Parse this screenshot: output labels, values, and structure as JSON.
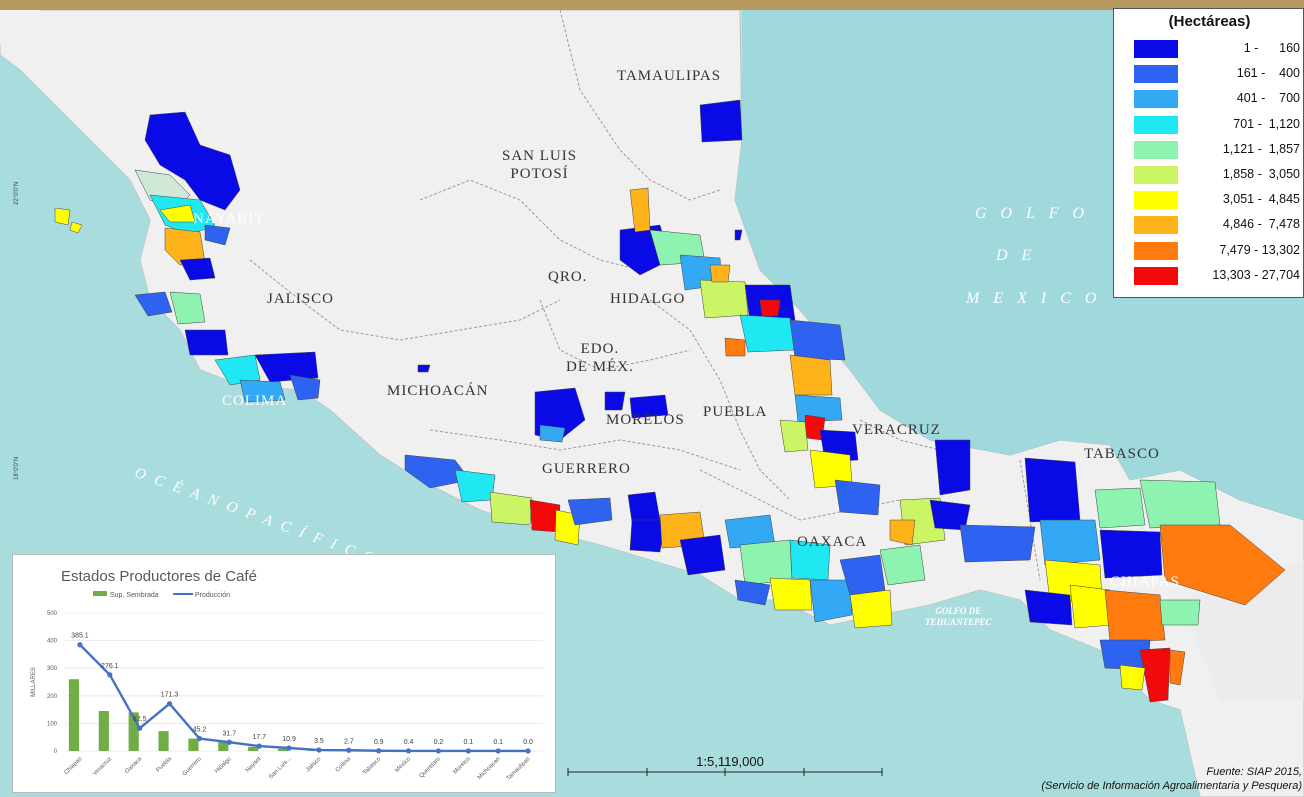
{
  "map": {
    "state_labels": [
      {
        "id": "tamaulipas",
        "text": "TAMAULIPAS"
      },
      {
        "id": "san-luis-potosi",
        "text": "SAN LUIS\nPOTOSÍ"
      },
      {
        "id": "nayarit",
        "text": "NAYARIT"
      },
      {
        "id": "jalisco",
        "text": "JALISCO"
      },
      {
        "id": "qro",
        "text": "QRO."
      },
      {
        "id": "hidalgo",
        "text": "HIDALGO"
      },
      {
        "id": "edo-mex",
        "text": "EDO.\nDE MÉX."
      },
      {
        "id": "michoacan",
        "text": "MICHOACÁN"
      },
      {
        "id": "colima",
        "text": "COLIMA"
      },
      {
        "id": "morelos",
        "text": "MORELOS"
      },
      {
        "id": "puebla",
        "text": "PUEBLA"
      },
      {
        "id": "veracruz",
        "text": "VERACRUZ"
      },
      {
        "id": "tabasco",
        "text": "TABASCO"
      },
      {
        "id": "guerrero",
        "text": "GUERRERO"
      },
      {
        "id": "oaxaca",
        "text": "OAXACA"
      },
      {
        "id": "chiapas",
        "text": "CHIAPAS"
      }
    ],
    "sea_labels": {
      "golfo": "G O L F O",
      "de": "D E",
      "mexico": "M E X I C O",
      "pacific": "O C É A N O   P A C Í F I C O",
      "tehuantepec": "GOLFO DE\nTEHUANTEPEC"
    },
    "coords": [
      "22°0'0\"N",
      "18°0'0\"N"
    ]
  },
  "legend": {
    "title": "(Hectáreas)",
    "classes": [
      {
        "label": "1 -      160",
        "color": "#0a0ae6"
      },
      {
        "label": "161 -    400",
        "color": "#2e62f0"
      },
      {
        "label": "401 -    700",
        "color": "#33a8f5"
      },
      {
        "label": "701 -  1,120",
        "color": "#1fe8f2"
      },
      {
        "label": "1,121 -  1,857",
        "color": "#8ef2b0"
      },
      {
        "label": "1,858 -  3,050",
        "color": "#ccf566"
      },
      {
        "label": "3,051 -  4,845",
        "color": "#ffff00"
      },
      {
        "label": "4,846 -  7,478",
        "color": "#ffb31a"
      },
      {
        "label": "7,479 - 13,302",
        "color": "#ff7a0f"
      },
      {
        "label": "13,303 - 27,704",
        "color": "#f20a0a"
      }
    ]
  },
  "chart_data": {
    "type": "bar",
    "title": "Estados Productores de Café",
    "ylabel": "MILLARES",
    "ylim": [
      0,
      500
    ],
    "yticks": [
      0,
      100,
      200,
      300,
      400,
      500
    ],
    "categories": [
      "Chiapas",
      "Veracruz",
      "Oaxaca",
      "Puebla",
      "Guerrero",
      "Hidalgo",
      "Nayarit",
      "San Luis...",
      "Jalisco",
      "Colima",
      "Tabasco",
      "Mexico",
      "Queretaro",
      "Morelos",
      "Michoacan",
      "Tamaulipas"
    ],
    "series": [
      {
        "name": "Sup. Sembrada",
        "kind": "bar",
        "color": "#70ad47",
        "values": [
          260,
          145,
          140,
          72,
          45,
          32,
          15,
          8,
          3,
          2,
          1,
          0.5,
          0.3,
          0.2,
          0.1,
          0.05
        ]
      },
      {
        "name": "Producción",
        "kind": "line",
        "color": "#4472c4",
        "values": [
          385,
          276.1,
          82.5,
          171.3,
          45.2,
          31.7,
          17.7,
          10.9,
          3.5,
          2.7,
          0.9,
          0.4,
          0.2,
          0.1,
          0.1,
          0.0
        ],
        "labels": [
          "385.1",
          "276.1",
          "82.5",
          "171.3",
          "45.2",
          "31.7",
          "17.7",
          "10.9",
          "3.5",
          "2.7",
          "0.9",
          "0.4",
          "0.2",
          "0.1",
          "0.1",
          "0.0"
        ]
      }
    ],
    "legend_placement": "top"
  },
  "scale": {
    "text": "1:5,119,000"
  },
  "source": {
    "line1": "Fuente: SIAP 2015,",
    "line2": "(Servicio de Información Agroalimentaria y Pesquera)"
  }
}
